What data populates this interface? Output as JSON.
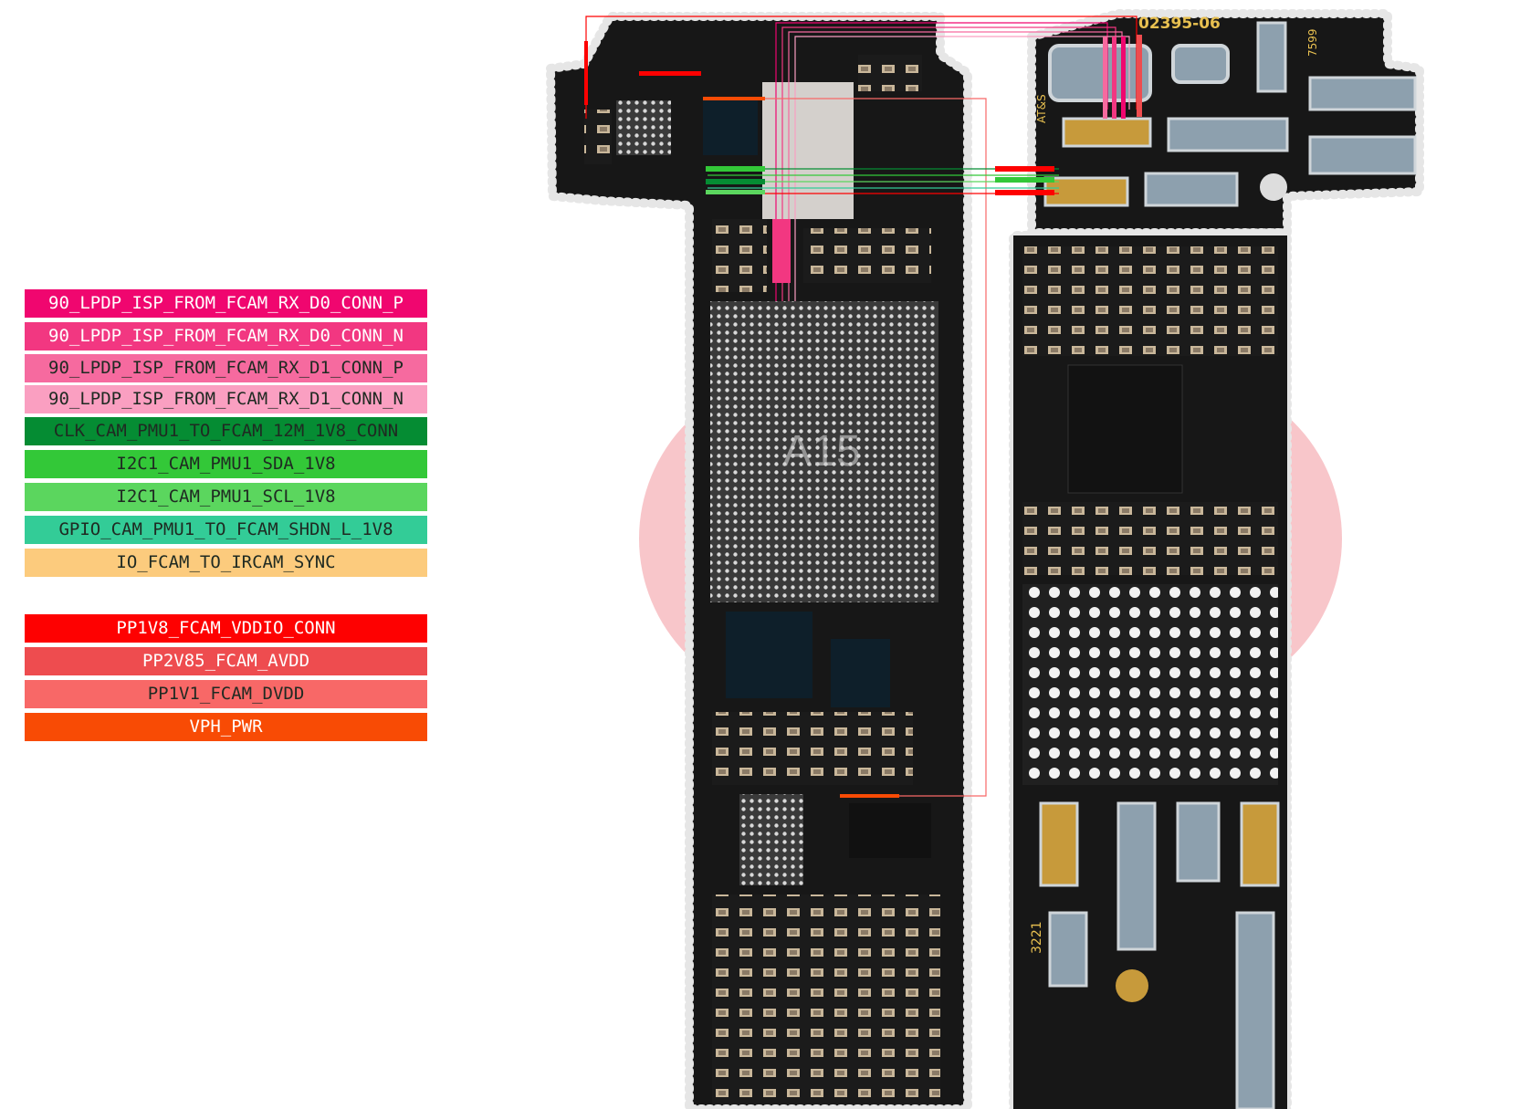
{
  "legend": {
    "signals": [
      {
        "label": "90_LPDP_ISP_FROM_FCAM_RX_D0_CONN_P",
        "color": "#f0066f",
        "text": "light"
      },
      {
        "label": "90_LPDP_ISP_FROM_FCAM_RX_D0_CONN_N",
        "color": "#f23781",
        "text": "light"
      },
      {
        "label": "90_LPDP_ISP_FROM_FCAM_RX_D1_CONN_P",
        "color": "#f66a9f",
        "text": "dark"
      },
      {
        "label": "90_LPDP_ISP_FROM_FCAM_RX_D1_CONN_N",
        "color": "#fa9fc1",
        "text": "dark"
      },
      {
        "label": "CLK_CAM_PMU1_TO_FCAM_12M_1V8_CONN",
        "color": "#058c33",
        "text": "dark"
      },
      {
        "label": "I2C1_CAM_PMU1_SDA_1V8",
        "color": "#33c838",
        "text": "dark"
      },
      {
        "label": "I2C1_CAM_PMU1_SCL_1V8",
        "color": "#5bd65e",
        "text": "dark"
      },
      {
        "label": "GPIO_CAM_PMU1_TO_FCAM_SHDN_L_1V8",
        "color": "#33cc97",
        "text": "dark"
      },
      {
        "label": "IO_FCAM_TO_IRCAM_SYNC",
        "color": "#fccb7d",
        "text": "dark"
      }
    ],
    "power": [
      {
        "label": "PP1V8_FCAM_VDDIO_CONN",
        "color": "#fe0101",
        "text": "light"
      },
      {
        "label": "PP2V85_FCAM_AVDD",
        "color": "#ee4c4f",
        "text": "light"
      },
      {
        "label": "PP1V1_FCAM_DVDD",
        "color": "#f86867",
        "text": "dark"
      },
      {
        "label": "VPH_PWR",
        "color": "#f84b05",
        "text": "light"
      }
    ]
  },
  "board": {
    "part_number": "02395-06",
    "code_right": "7599",
    "maker": "AT&S",
    "soc_label": "A15",
    "code_bottom": "3221"
  }
}
